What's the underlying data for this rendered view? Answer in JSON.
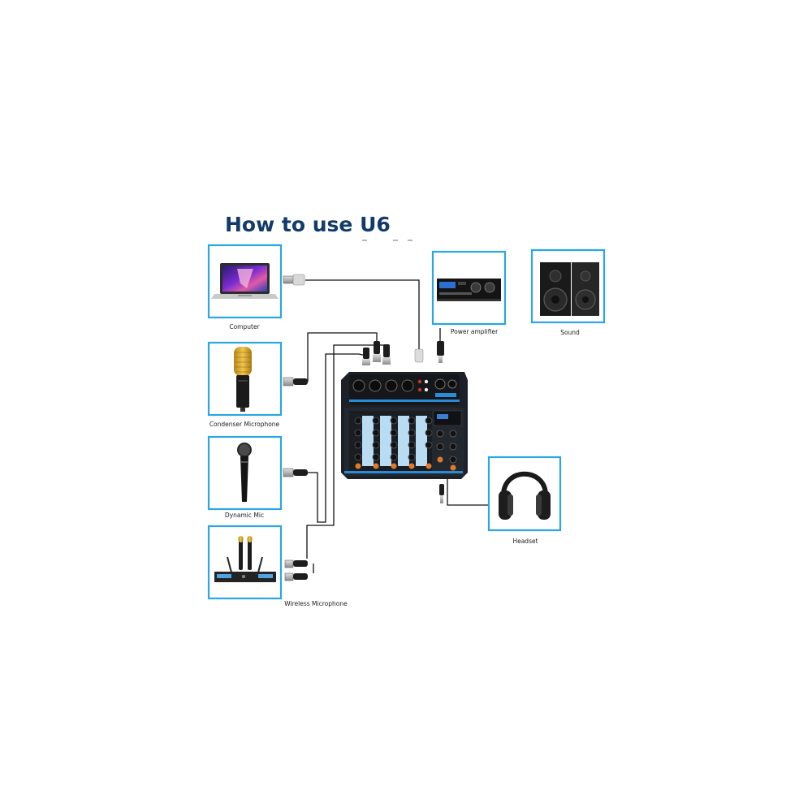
{
  "title": "How to use U6",
  "devices": {
    "computer": "Computer",
    "condenser_mic": "Condenser Microphone",
    "dynamic_mic": "Dynamic Mic",
    "wireless_mic": "Wireless Microphone",
    "power_amplifier": "Power amplifier",
    "sound": "Sound",
    "headset": "Headset"
  },
  "colors": {
    "title": "#123a6b",
    "box_border": "#2aa6e0",
    "mixer_body": "#1d2026",
    "mixer_accent": "#2a8bd6"
  },
  "icons": [
    "laptop-icon",
    "condenser-mic-icon",
    "dynamic-mic-icon",
    "wireless-receiver-icon",
    "amplifier-icon",
    "speaker-icon",
    "headphones-icon",
    "mixer-icon",
    "usb-plug-icon",
    "xlr-plug-icon",
    "jack-plug-icon"
  ]
}
